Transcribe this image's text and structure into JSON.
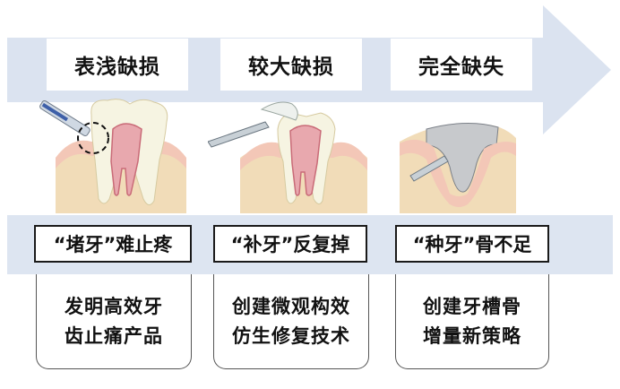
{
  "stages": [
    {
      "title": "表浅缺损",
      "strategy": "“堵牙”难止疼",
      "desc_line1": "发明高效牙",
      "desc_line2": "齿止痛产品"
    },
    {
      "title": "较大缺损",
      "strategy": "“补牙”反复掉",
      "desc_line1": "创建微观构效",
      "desc_line2": "仿生修复技术"
    },
    {
      "title": "完全缺失",
      "strategy": "“种牙”骨不足",
      "desc_line1": "创建牙槽骨",
      "desc_line2": "增量新策略"
    }
  ],
  "colors": {
    "arrow": "#dbe3f0",
    "band": "#dde5f1",
    "gum": "#f3c7b7",
    "bone": "#f1dcb8",
    "tooth": "#f6f4e2",
    "pulp": "#e8a8ae"
  }
}
